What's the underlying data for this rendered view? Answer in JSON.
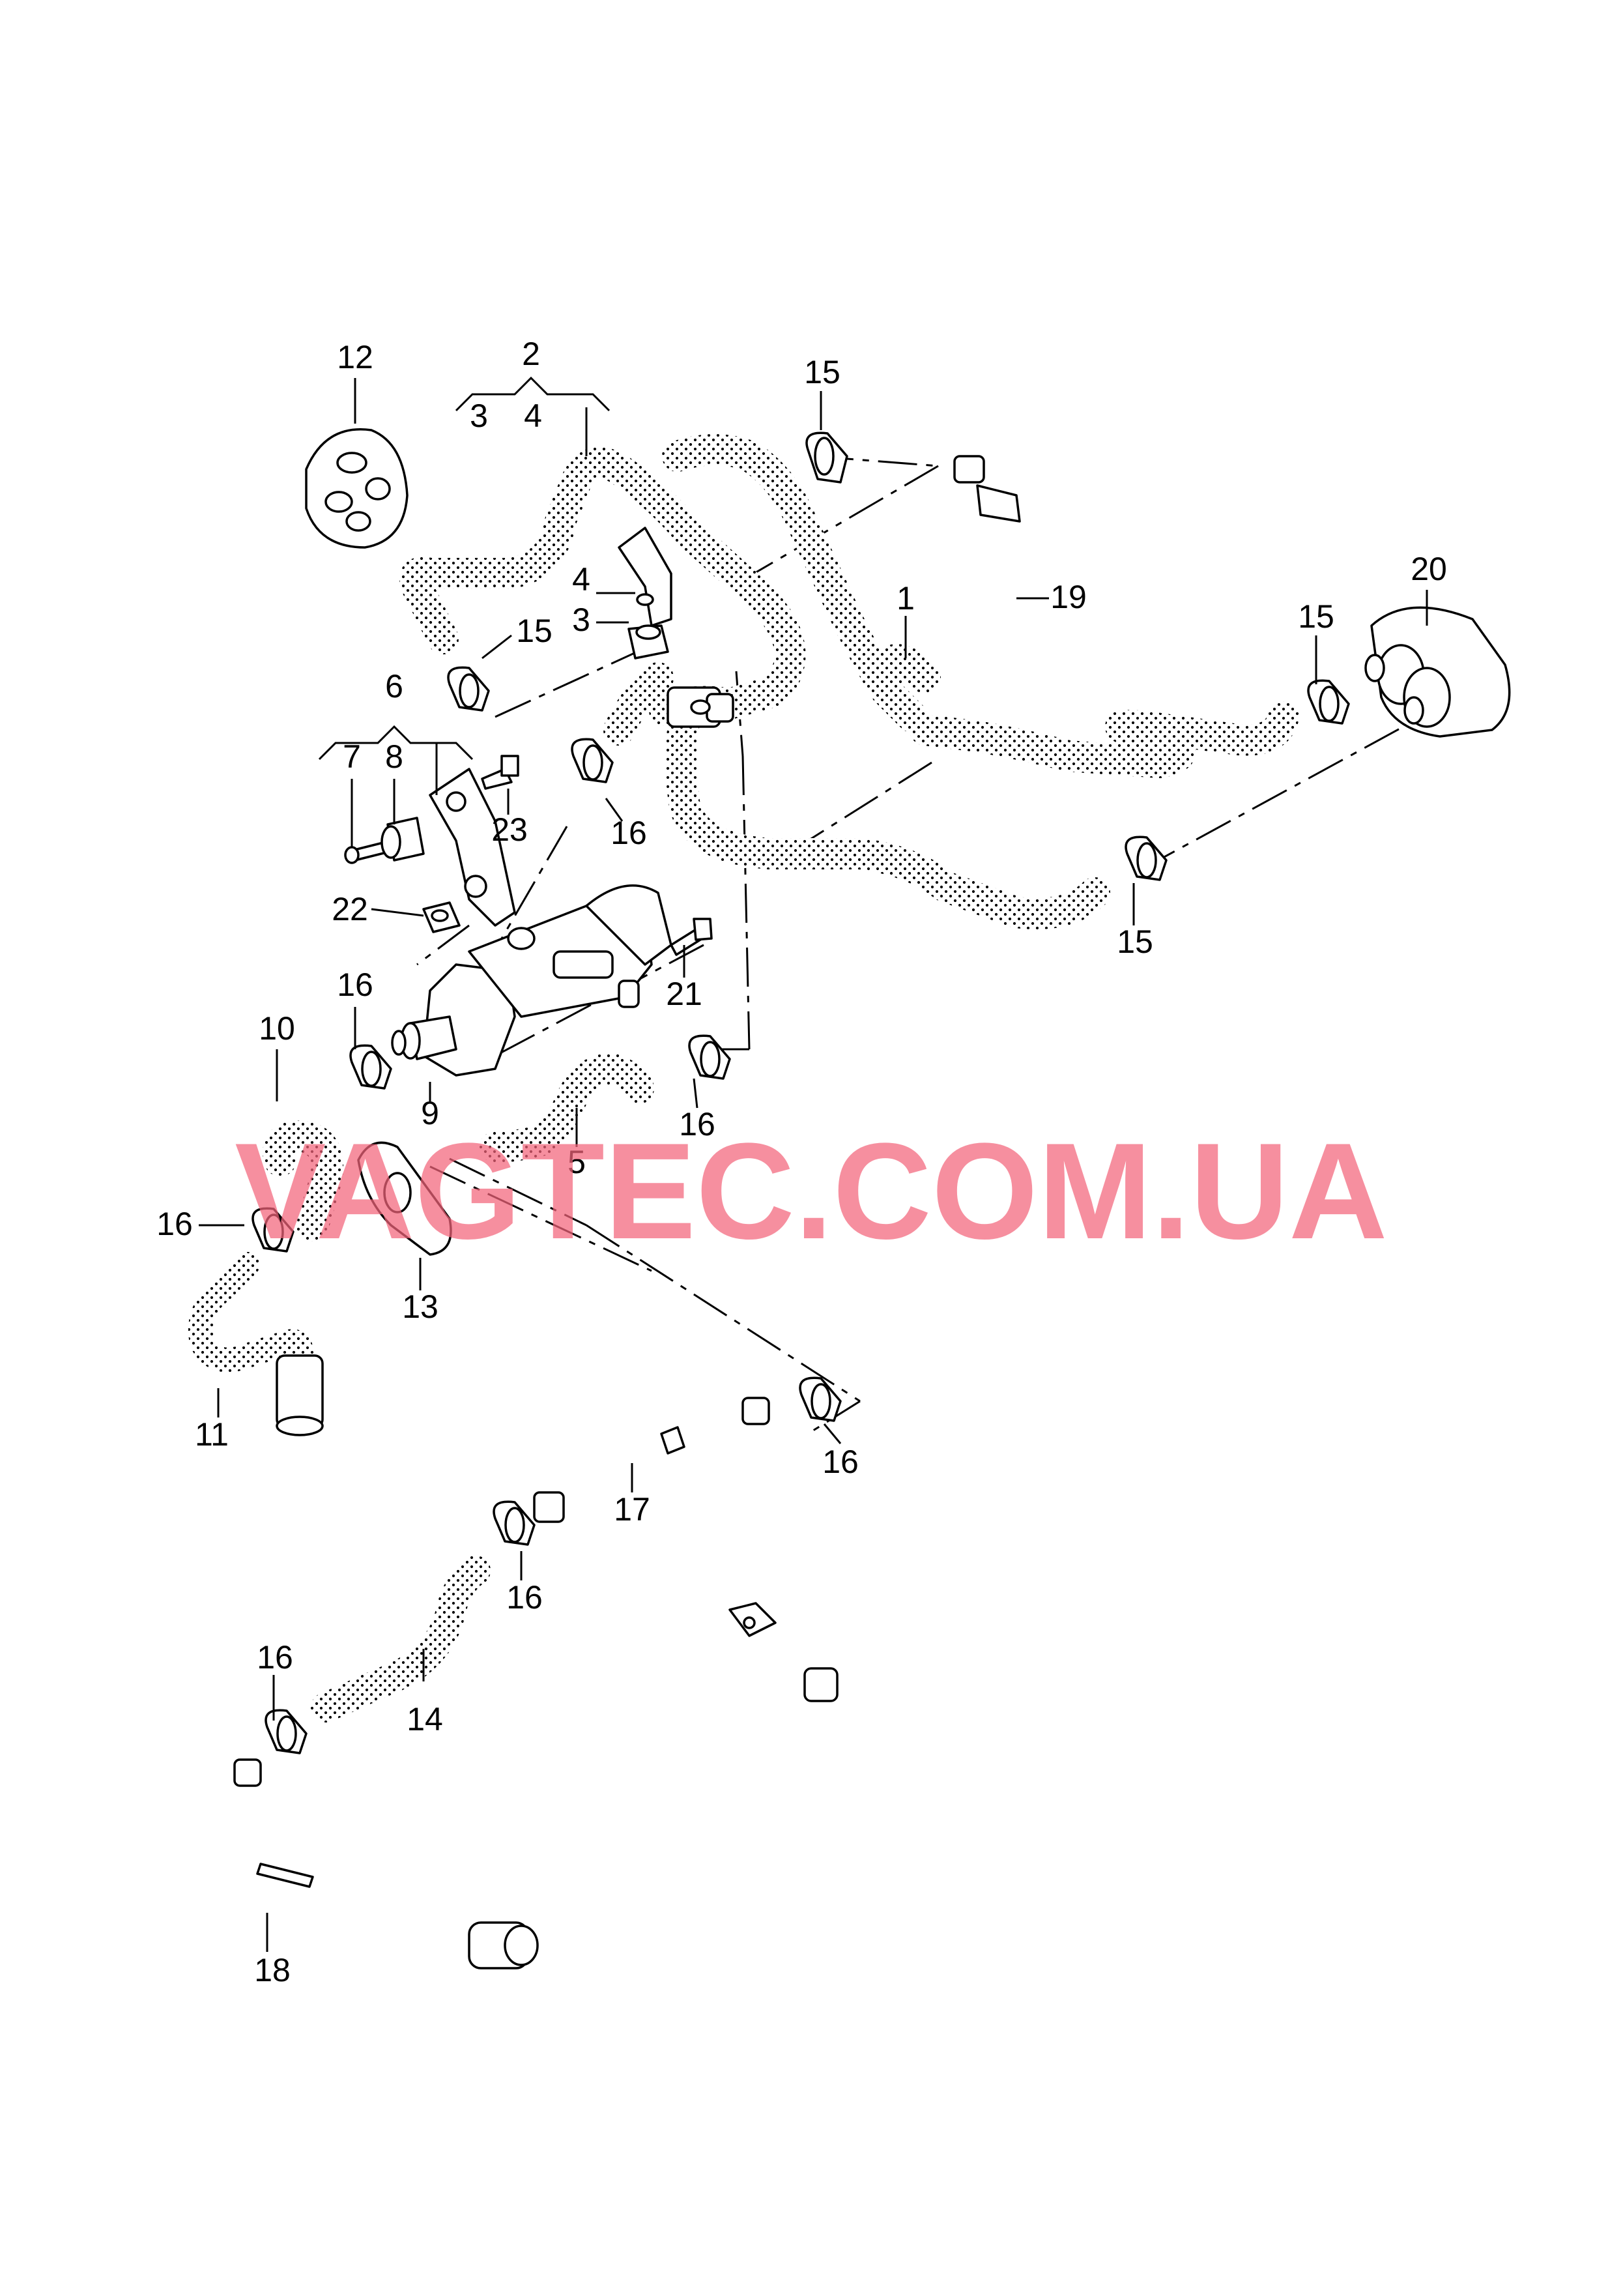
{
  "watermark": "VAGTEC.COM.UA",
  "colors": {
    "watermark": "#f2647a",
    "line": "#000000",
    "background": "#ffffff"
  },
  "labels": {
    "p1": "1",
    "p2": "2",
    "p3a": "3",
    "p4a": "4",
    "p3": "3",
    "p4": "4",
    "p5": "5",
    "p6": "6",
    "p7": "7",
    "p8": "8",
    "p9": "9",
    "p10": "10",
    "p11": "11",
    "p12": "12",
    "p13": "13",
    "p14": "14",
    "p15a": "15",
    "p15b": "15",
    "p15c": "15",
    "p15d": "15",
    "p16a": "16",
    "p16b": "16",
    "p16c": "16",
    "p16d": "16",
    "p16e": "16",
    "p16f": "16",
    "p16g": "16",
    "p17": "17",
    "p18": "18",
    "p19": "19",
    "p20": "20",
    "p21": "21",
    "p22": "22",
    "p23": "23"
  }
}
